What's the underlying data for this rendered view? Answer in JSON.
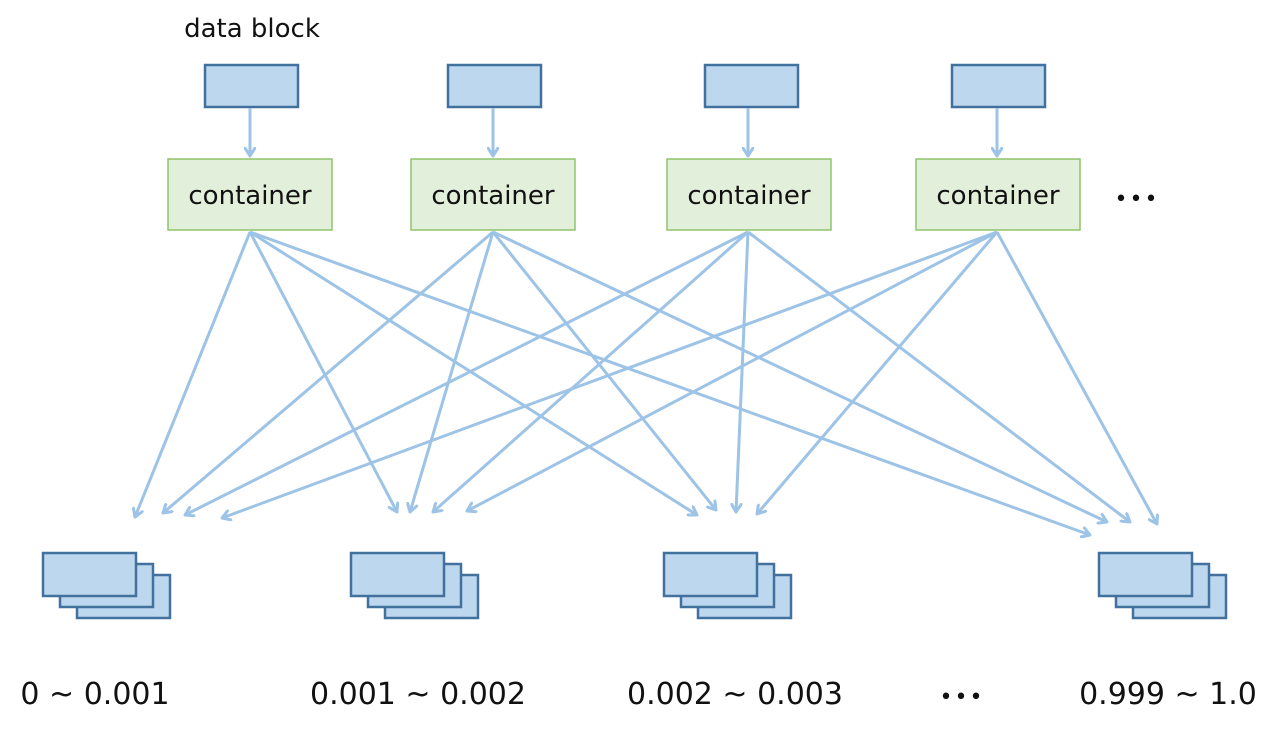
{
  "title_label": "data block",
  "container_label": "container",
  "containers": [
    {
      "label": "container"
    },
    {
      "label": "container"
    },
    {
      "label": "container"
    },
    {
      "label": "container"
    }
  ],
  "container_ellipsis": "•••",
  "buckets": [
    {
      "range": "0 ~ 0.001"
    },
    {
      "range": "0.001 ~ 0.002"
    },
    {
      "range": "0.002 ~ 0.003"
    },
    {
      "range": "0.999 ~ 1.0"
    }
  ],
  "bucket_ellipsis": "•••",
  "connections": "each container points to every bucket",
  "colors": {
    "block_fill": "#bdd7ee",
    "block_stroke": "#41719c",
    "container_fill": "#e2efda",
    "container_stroke": "#8fc46a",
    "arrow": "#9dc3e6",
    "text": "#111111"
  }
}
